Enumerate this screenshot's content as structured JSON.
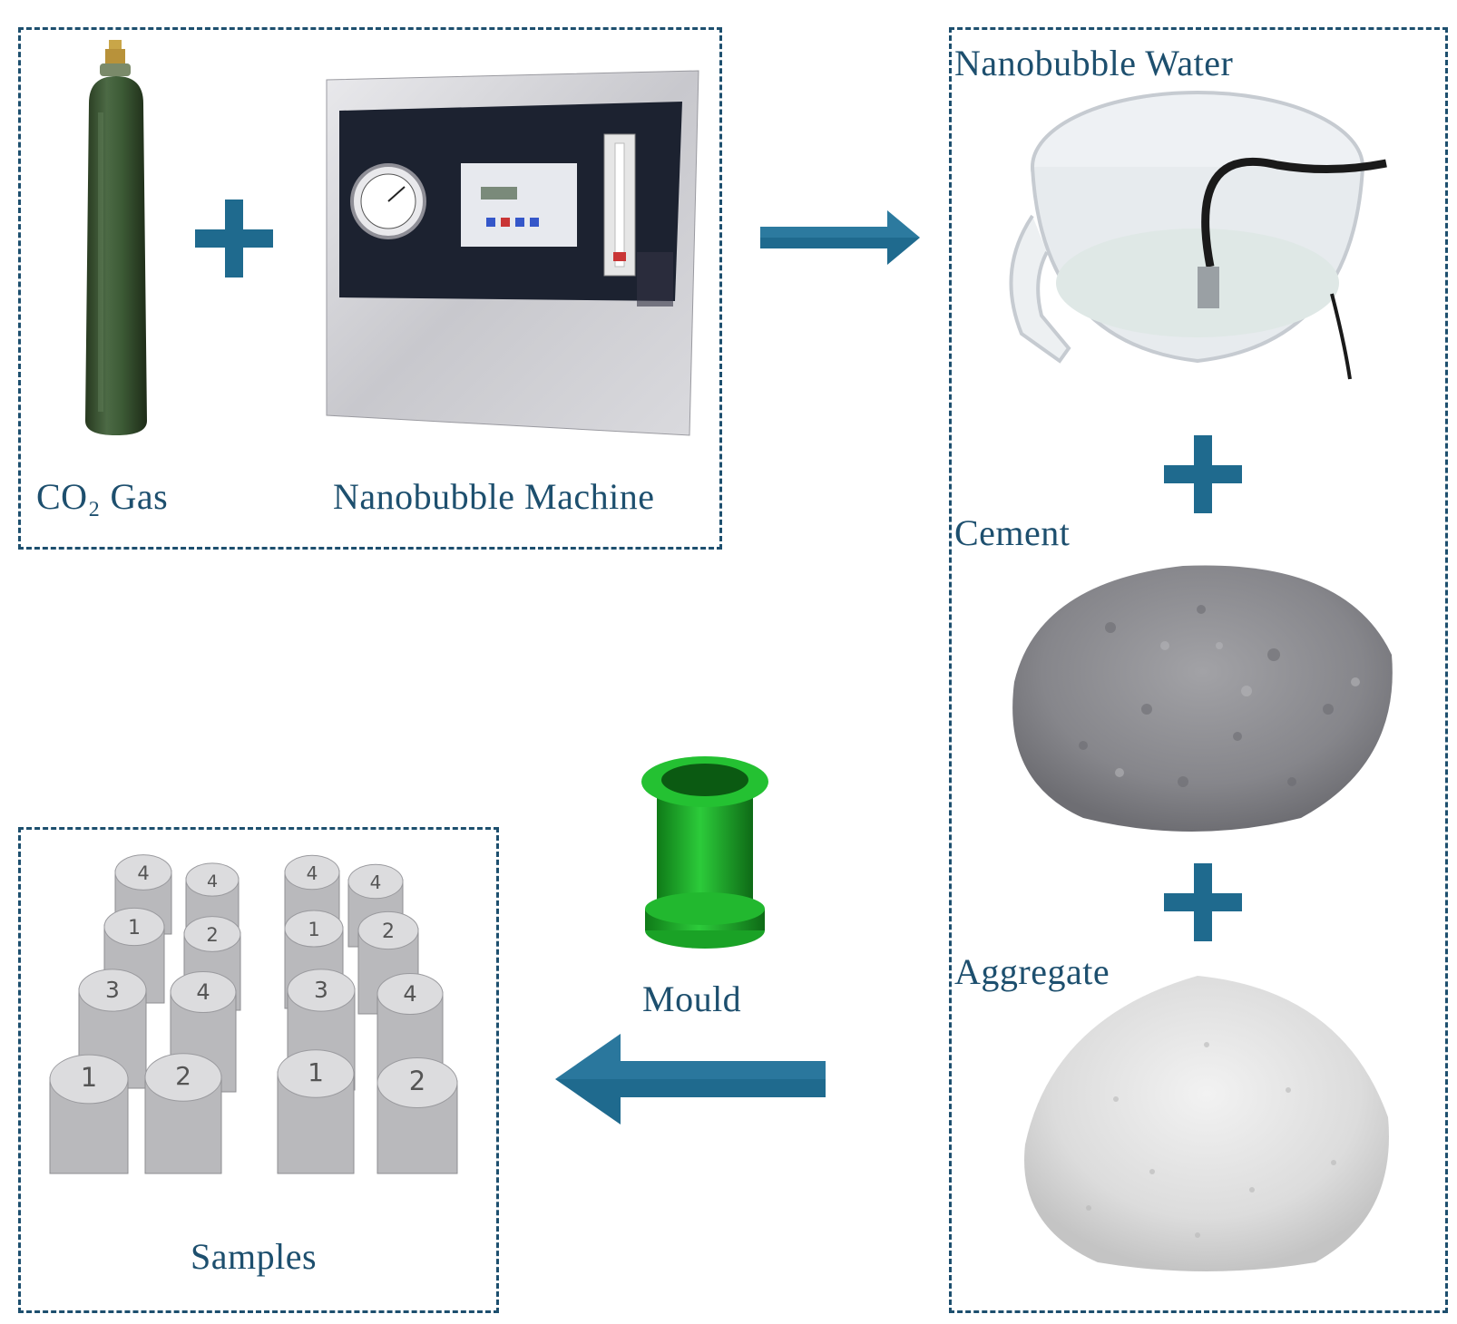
{
  "colors": {
    "accent": "#1d4f6e",
    "arrow": "#1f6a8e",
    "mould": "#1fae2c",
    "cylinder": "#3d5a3a",
    "cement": "#8a8a8e",
    "aggregate": "#e4e4e4"
  },
  "labels": {
    "co2_gas": "CO₂ Gas",
    "nanobubble_machine": "Nanobubble Machine",
    "nanobubble_water": "Nanobubble Water",
    "cement": "Cement",
    "aggregate": "Aggregate",
    "mould": "Mould",
    "samples": "Samples"
  },
  "icons": {
    "plus": "plus-icon",
    "arrow_right": "arrow-right-icon",
    "arrow_left": "arrow-left-icon"
  },
  "sample_numbers": [
    "4",
    "4",
    "4",
    "4",
    "1",
    "2",
    "1",
    "2",
    "3",
    "4",
    "3",
    "4",
    "1",
    "2",
    "1",
    "2"
  ]
}
